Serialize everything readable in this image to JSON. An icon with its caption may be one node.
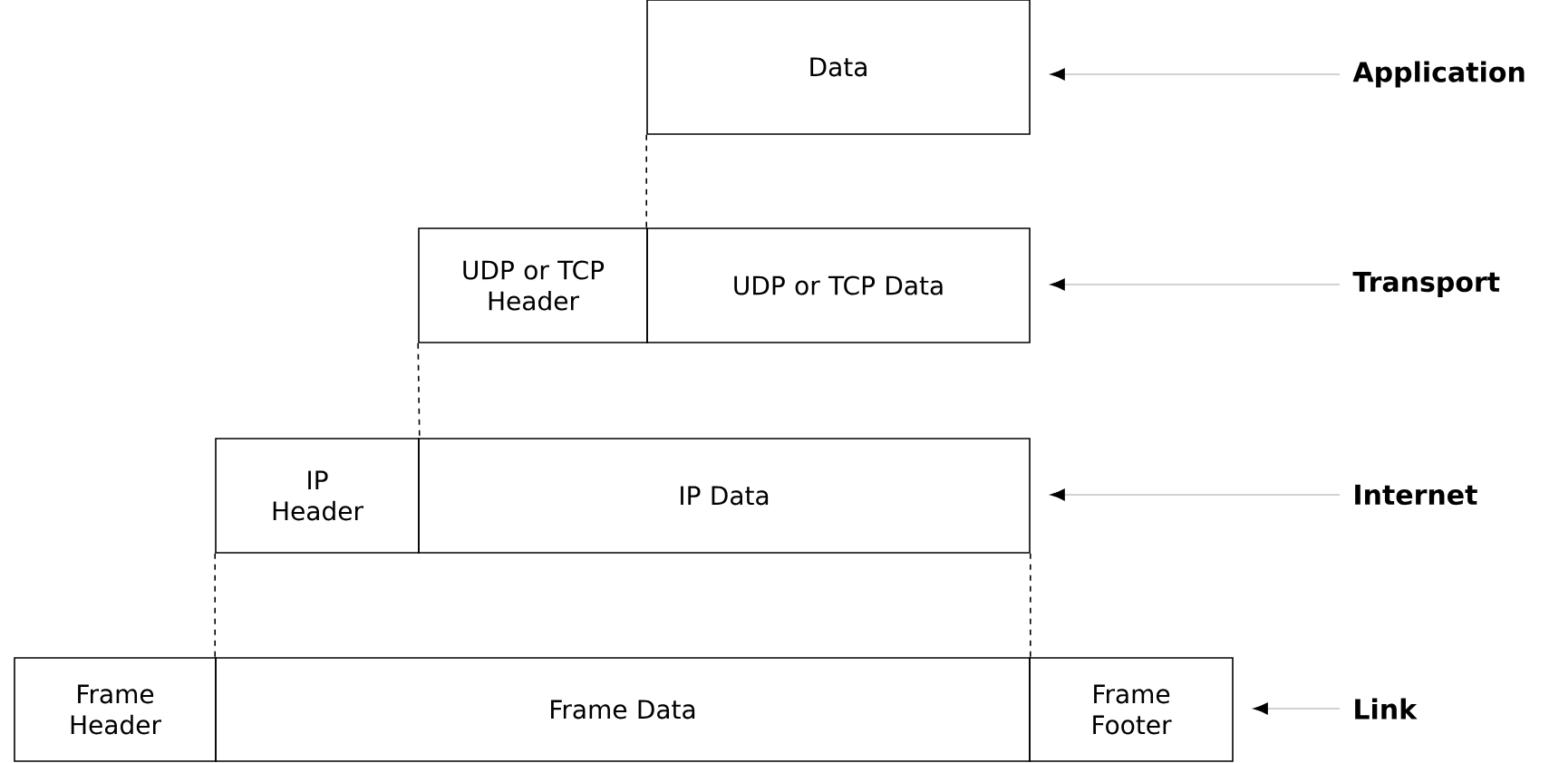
{
  "diagram": {
    "nodes": [
      {
        "text": [
          "Data"
        ]
      },
      {
        "text": [
          "UDP or TCP Header"
        ]
      },
      {
        "text": [
          "UDP or TCP Data"
        ]
      },
      {
        "text": [
          "IP Header"
        ]
      },
      {
        "text": [
          "IP Data"
        ]
      },
      {
        "text": [
          "Frame Header"
        ]
      },
      {
        "text": [
          "Frame Data"
        ]
      },
      {
        "text": [
          "Frame Footer"
        ]
      },
      {
        "text": [
          "Application"
        ]
      },
      {
        "text": [
          "Transport"
        ]
      },
      {
        "text": [
          "Internet"
        ]
      },
      {
        "text": [
          "Link"
        ]
      }
    ],
    "edges": [
      {
        "from": 0,
        "to": 2,
        "arrow": "none",
        "style": "dashed"
      },
      {
        "from": 1,
        "to": 3,
        "arrow": "none",
        "style": "dashed"
      },
      {
        "from": 3,
        "to": 6,
        "arrow": "none",
        "style": "dashed"
      },
      {
        "from": 4,
        "to": 6,
        "arrow": "none",
        "style": "dashed"
      },
      {
        "from": 8,
        "to": 0,
        "arrow": "to",
        "color": "#a6a6a6"
      },
      {
        "from": 9,
        "to": 2,
        "arrow": "to",
        "color": "#a6a6a6"
      },
      {
        "from": 10,
        "to": 4,
        "arrow": "to",
        "color": "#a6a6a6"
      },
      {
        "from": 11,
        "to": 7,
        "arrow": "to",
        "color": "#a6a6a6"
      }
    ]
  }
}
